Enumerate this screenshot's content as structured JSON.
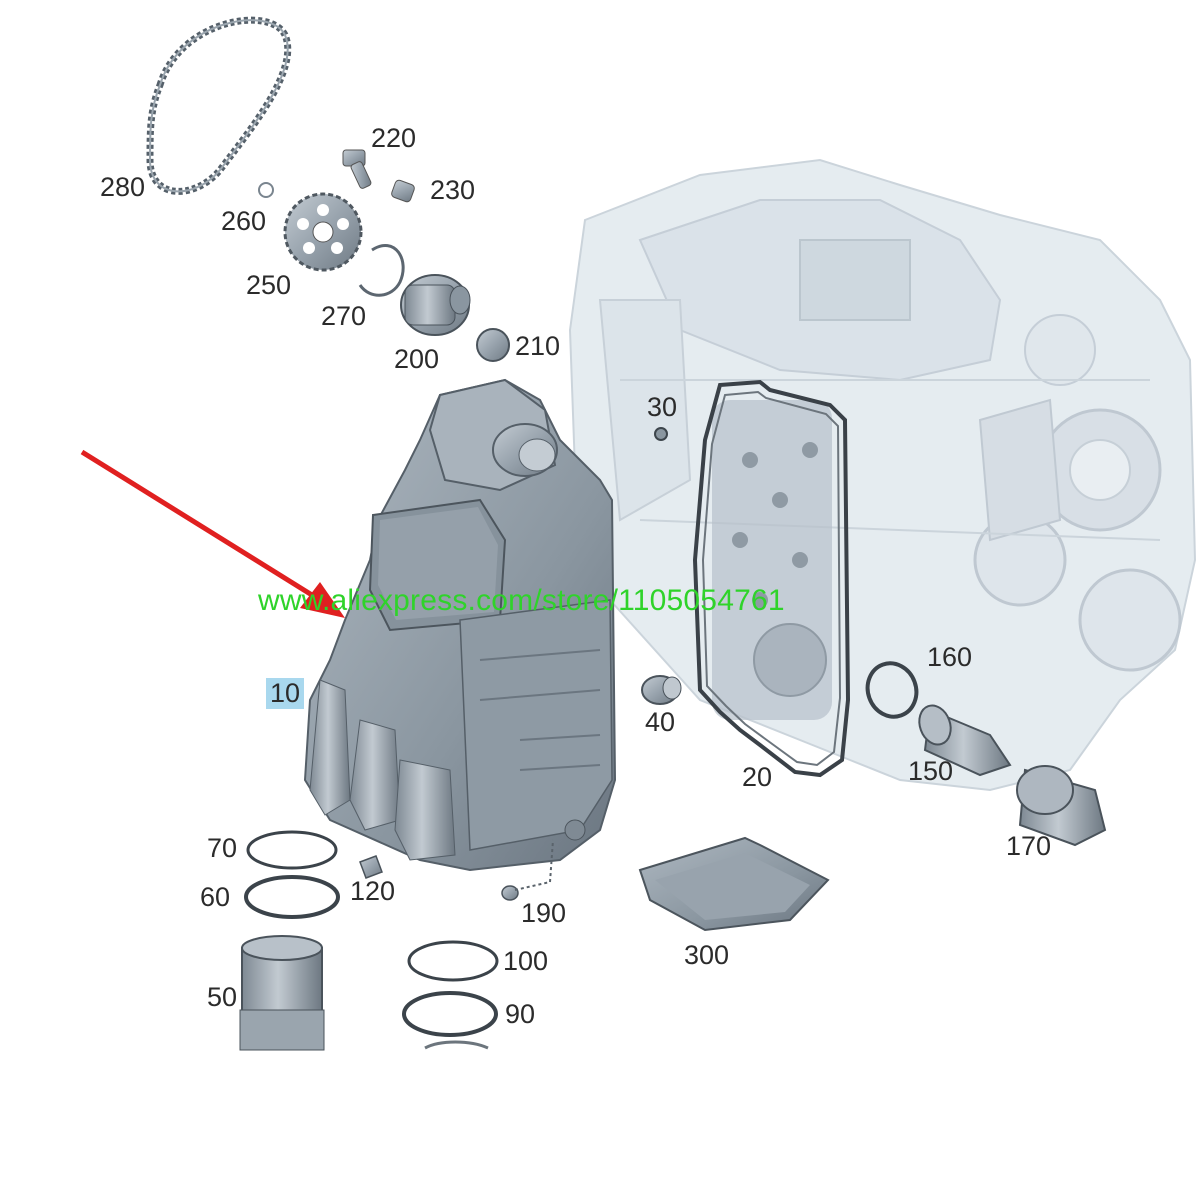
{
  "diagram": {
    "callouts": [
      {
        "id": "280",
        "text": "280"
      },
      {
        "id": "220",
        "text": "220"
      },
      {
        "id": "230",
        "text": "230"
      },
      {
        "id": "260",
        "text": "260"
      },
      {
        "id": "250",
        "text": "250"
      },
      {
        "id": "270",
        "text": "270"
      },
      {
        "id": "200",
        "text": "200"
      },
      {
        "id": "210",
        "text": "210"
      },
      {
        "id": "30",
        "text": "30"
      },
      {
        "id": "10",
        "text": "10",
        "highlighted": true
      },
      {
        "id": "160",
        "text": "160"
      },
      {
        "id": "40",
        "text": "40"
      },
      {
        "id": "20",
        "text": "20"
      },
      {
        "id": "150",
        "text": "150"
      },
      {
        "id": "170",
        "text": "170"
      },
      {
        "id": "70",
        "text": "70"
      },
      {
        "id": "60",
        "text": "60"
      },
      {
        "id": "120",
        "text": "120"
      },
      {
        "id": "190",
        "text": "190"
      },
      {
        "id": "300",
        "text": "300"
      },
      {
        "id": "100",
        "text": "100"
      },
      {
        "id": "90",
        "text": "90"
      },
      {
        "id": "50",
        "text": "50"
      }
    ],
    "highlight_color": "#a9d8ee",
    "arrow_color": "#e02020"
  },
  "watermark": {
    "text": "www.aliexpress.com/store/1105054761",
    "color": "#2fd32a"
  }
}
